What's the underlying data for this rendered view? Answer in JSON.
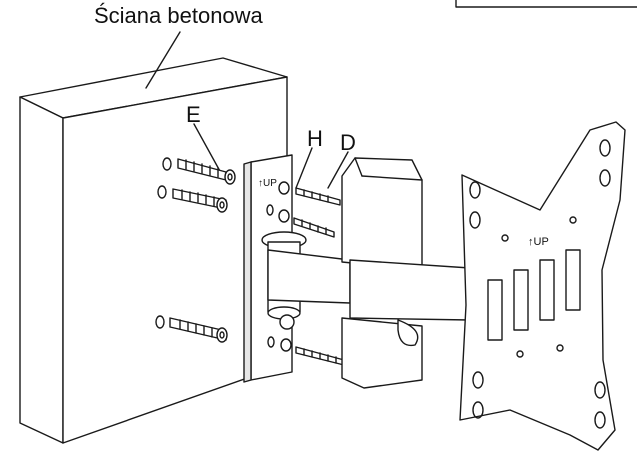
{
  "wall_label": "Ściana betonowa",
  "part_labels": {
    "e": "E",
    "h": "H",
    "d": "D"
  },
  "up_marks": {
    "wall_plate": "↑UP",
    "tv_plate": "↑UP"
  }
}
